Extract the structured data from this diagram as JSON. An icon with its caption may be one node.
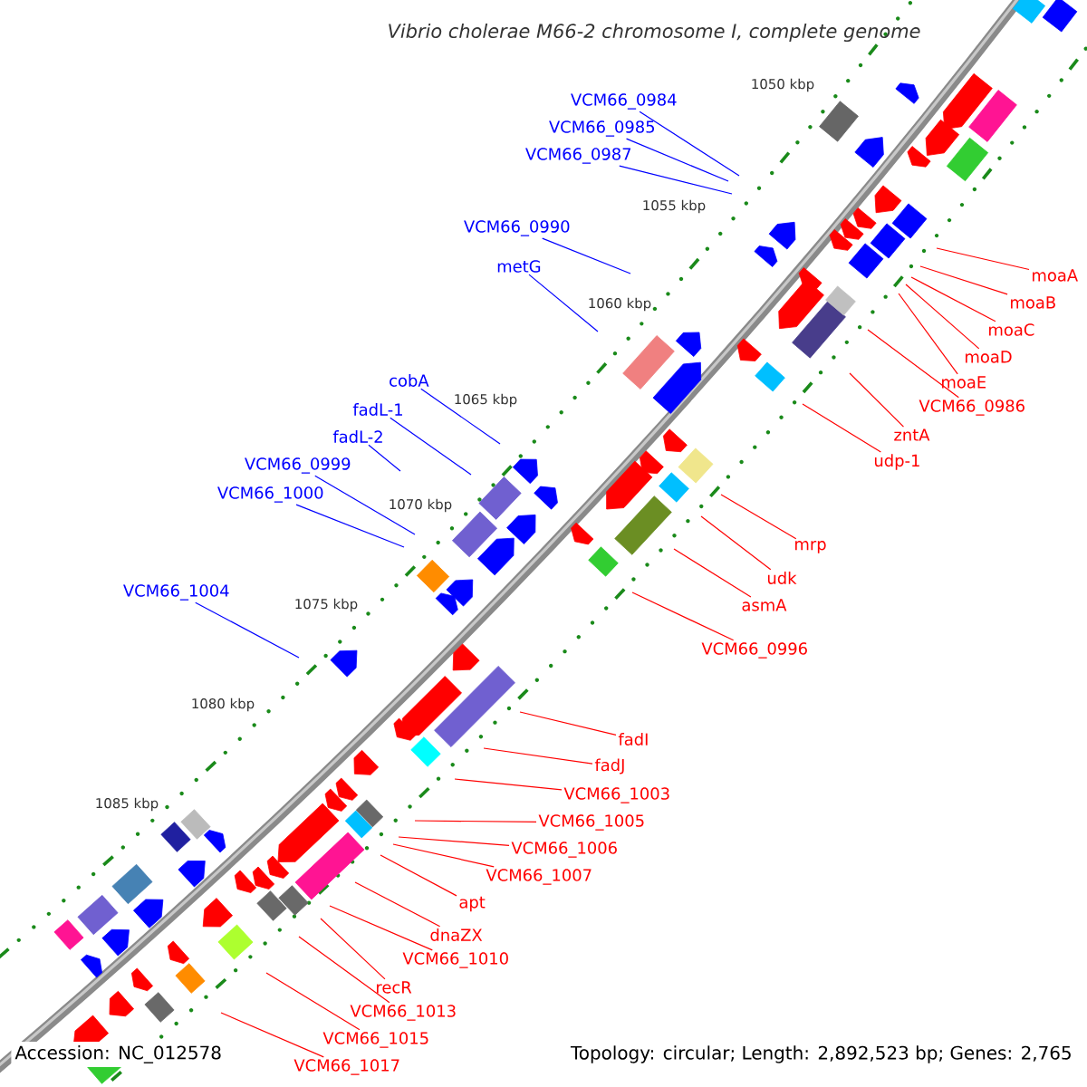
{
  "diagram": {
    "title": "Vibrio cholerae M66-2 chromosome I, complete genome",
    "nodes": [
      {
        "text": [
          "VCM66_0984"
        ]
      },
      {
        "text": [
          "VCM66_0985"
        ]
      },
      {
        "text": [
          "VCM66_0987"
        ]
      },
      {
        "text": [
          "VCM66_0990"
        ]
      },
      {
        "text": [
          "metG"
        ]
      },
      {
        "text": [
          "cobA"
        ]
      },
      {
        "text": [
          "fadL-1"
        ]
      },
      {
        "text": [
          "fadL-2"
        ]
      },
      {
        "text": [
          "VCM66_0999"
        ]
      },
      {
        "text": [
          "VCM66_1000"
        ]
      },
      {
        "text": [
          "VCM66_1004"
        ]
      },
      {
        "text": [
          "moaA"
        ]
      },
      {
        "text": [
          "moaB"
        ]
      },
      {
        "text": [
          "moaC"
        ]
      },
      {
        "text": [
          "moaD"
        ]
      },
      {
        "text": [
          "moaE"
        ]
      },
      {
        "text": [
          "VCM66_0986"
        ]
      },
      {
        "text": [
          "zntA"
        ]
      },
      {
        "text": [
          "udp-1"
        ]
      },
      {
        "text": [
          "mrp"
        ]
      },
      {
        "text": [
          "udk"
        ]
      },
      {
        "text": [
          "asmA"
        ]
      },
      {
        "text": [
          "VCM66_0996"
        ]
      },
      {
        "text": [
          "fadI"
        ]
      },
      {
        "text": [
          "fadJ"
        ]
      },
      {
        "text": [
          "VCM66_1003"
        ]
      },
      {
        "text": [
          "VCM66_1005"
        ]
      },
      {
        "text": [
          "VCM66_1006"
        ]
      },
      {
        "text": [
          "VCM66_1007"
        ]
      },
      {
        "text": [
          "apt"
        ]
      },
      {
        "text": [
          "dnaZX"
        ]
      },
      {
        "text": [
          "VCM66_1010"
        ]
      },
      {
        "text": [
          "recR"
        ]
      },
      {
        "text": [
          "VCM66_1013"
        ]
      },
      {
        "text": [
          "VCM66_1015"
        ]
      },
      {
        "text": [
          "VCM66_1017"
        ]
      }
    ],
    "edges": [
      {
        "from": 0,
        "to": null,
        "arrow": "none",
        "color": "#0000ff"
      },
      {
        "from": 1,
        "to": null,
        "arrow": "none",
        "color": "#0000ff"
      },
      {
        "from": 2,
        "to": null,
        "arrow": "none",
        "color": "#0000ff"
      },
      {
        "from": 3,
        "to": null,
        "arrow": "none",
        "color": "#0000ff"
      },
      {
        "from": 4,
        "to": null,
        "arrow": "none",
        "color": "#0000ff"
      },
      {
        "from": 5,
        "to": null,
        "arrow": "none",
        "color": "#0000ff"
      },
      {
        "from": 6,
        "to": null,
        "arrow": "none",
        "color": "#0000ff"
      },
      {
        "from": 7,
        "to": null,
        "arrow": "none",
        "color": "#0000ff"
      },
      {
        "from": 8,
        "to": null,
        "arrow": "none",
        "color": "#0000ff"
      },
      {
        "from": 9,
        "to": null,
        "arrow": "none",
        "color": "#0000ff"
      },
      {
        "from": 10,
        "to": null,
        "arrow": "none",
        "color": "#0000ff"
      },
      {
        "from": 11,
        "to": null,
        "arrow": "none"
      },
      {
        "from": 12,
        "to": null,
        "arrow": "none"
      },
      {
        "from": 13,
        "to": null,
        "arrow": "none"
      },
      {
        "from": 14,
        "to": null,
        "arrow": "none"
      },
      {
        "from": 15,
        "to": null,
        "arrow": "none"
      },
      {
        "from": 16,
        "to": null,
        "arrow": "none"
      },
      {
        "from": 17,
        "to": null,
        "arrow": "none"
      },
      {
        "from": 18,
        "to": null,
        "arrow": "none"
      },
      {
        "from": 19,
        "to": null,
        "arrow": "none"
      },
      {
        "from": 20,
        "to": null,
        "arrow": "none"
      },
      {
        "from": 21,
        "to": null,
        "arrow": "none"
      },
      {
        "from": 22,
        "to": null,
        "arrow": "none"
      },
      {
        "from": 23,
        "to": null,
        "arrow": "none"
      },
      {
        "from": 24,
        "to": null,
        "arrow": "none"
      },
      {
        "from": 25,
        "to": null,
        "arrow": "none"
      },
      {
        "from": 26,
        "to": null,
        "arrow": "none"
      },
      {
        "from": 27,
        "to": null,
        "arrow": "none"
      },
      {
        "from": 28,
        "to": null,
        "arrow": "none"
      },
      {
        "from": 29,
        "to": null,
        "arrow": "none"
      },
      {
        "from": 30,
        "to": null,
        "arrow": "none"
      },
      {
        "from": 31,
        "to": null,
        "arrow": "none"
      },
      {
        "from": 32,
        "to": null,
        "arrow": "none"
      },
      {
        "from": 33,
        "to": null,
        "arrow": "none"
      },
      {
        "from": 34,
        "to": null,
        "arrow": "none"
      },
      {
        "from": 35,
        "to": null,
        "arrow": "none"
      }
    ],
    "labels": [
      "1050 kbp",
      "1055 kbp",
      "1060 kbp",
      "1065 kbp",
      "1070 kbp",
      "1075 kbp",
      "1080 kbp",
      "1085 kbp",
      "Accession: NC_012578",
      "Topology: circular; Length: 2,892,523 bp; Genes: 2,765"
    ]
  }
}
